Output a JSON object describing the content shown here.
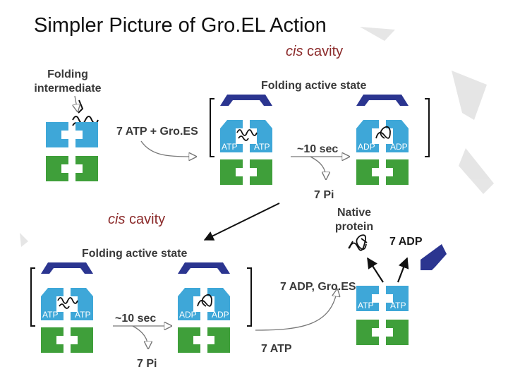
{
  "title": "Simpler Picture of Gro.EL Action",
  "cis_label_top": {
    "italic": "cis",
    "rest": " cavity"
  },
  "cis_label_mid": {
    "italic": "cis",
    "rest": " cavity"
  },
  "labels": {
    "folding_intermediate": "Folding intermediate",
    "folding_active_state_top": "Folding active state",
    "folding_active_state_bottom": "Folding active state",
    "atp_groes": "7 ATP + Gro.ES",
    "sec_top": "~10 sec",
    "sec_bottom": "~10 sec",
    "pi_top": "7 Pi",
    "pi_bottom": "7 Pi",
    "native_protein": "Native protein",
    "adp_out": "7 ADP",
    "adp_groes": "7 ADP, Gro.ES",
    "atp_in": "7 ATP"
  },
  "nucleotides": {
    "atp": "ATP",
    "adp": "ADP"
  },
  "colors": {
    "groel_blue": "#3ea7d8",
    "groel_green": "#3f9f3a",
    "groes_navy": "#2b3590",
    "cis_text": "#8b2a2a",
    "arrow_gray": "#8a8a8a"
  }
}
